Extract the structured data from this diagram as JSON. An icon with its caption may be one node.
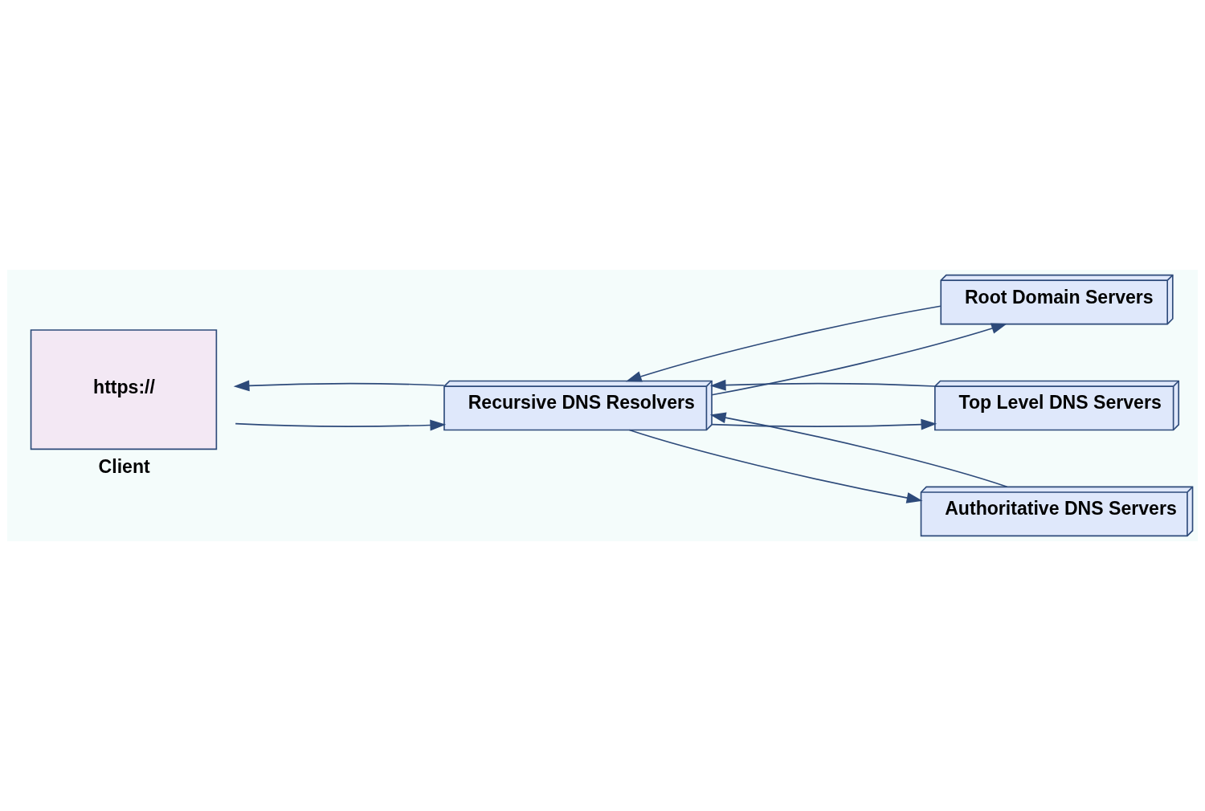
{
  "diagram": {
    "nodes": [
      {
        "text": [
          "https://"
        ],
        "beside": [
          "Client"
        ]
      },
      {
        "text": [
          "Recursive DNS Resolvers"
        ]
      },
      {
        "text": [
          "Root Domain Servers"
        ]
      },
      {
        "text": [
          "Top Level DNS Servers"
        ]
      },
      {
        "text": [
          "Authoritative DNS Servers"
        ]
      }
    ],
    "edges": [
      {
        "from": 0,
        "to": 1,
        "arrow": "to"
      },
      {
        "from": 1,
        "to": 0,
        "arrow": "to"
      },
      {
        "from": 1,
        "to": 2,
        "arrow": "to"
      },
      {
        "from": 2,
        "to": 1,
        "arrow": "to"
      },
      {
        "from": 1,
        "to": 3,
        "arrow": "to"
      },
      {
        "from": 3,
        "to": 1,
        "arrow": "to"
      },
      {
        "from": 1,
        "to": 4,
        "arrow": "to"
      },
      {
        "from": 4,
        "to": 1,
        "arrow": "to"
      }
    ]
  }
}
